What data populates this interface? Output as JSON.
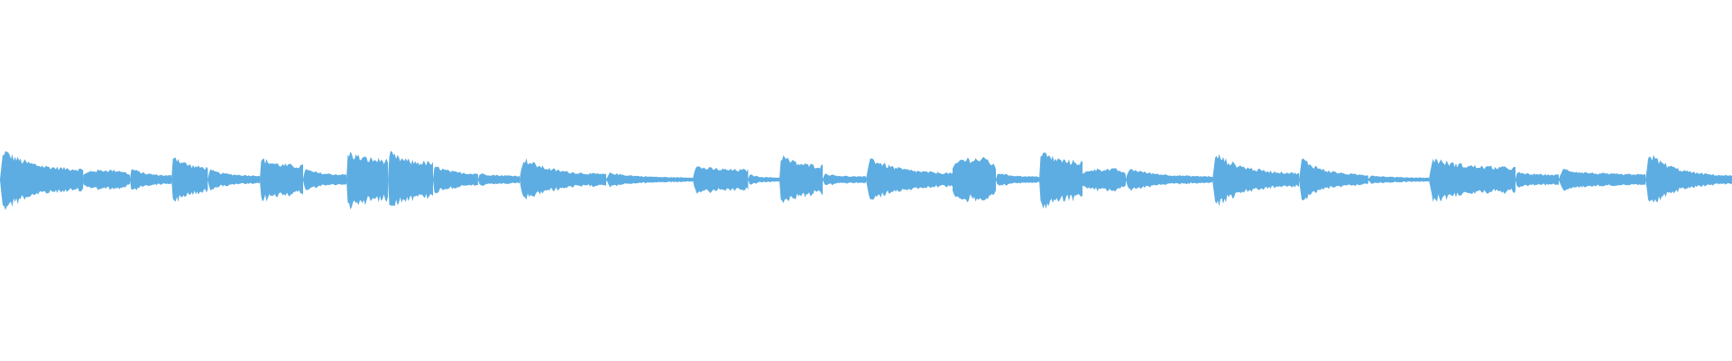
{
  "waveform": {
    "color": "#5dade2",
    "background": "#ffffff",
    "segments": [
      {
        "start": 0.0,
        "end": 0.048,
        "peak": 0.34,
        "tail": 0.1,
        "shape": "decay"
      },
      {
        "start": 0.048,
        "end": 0.075,
        "peak": 0.1,
        "tail": 0.07,
        "shape": "flat"
      },
      {
        "start": 0.075,
        "end": 0.099,
        "peak": 0.13,
        "tail": 0.04,
        "shape": "decay"
      },
      {
        "start": 0.099,
        "end": 0.12,
        "peak": 0.3,
        "tail": 0.12,
        "shape": "decay"
      },
      {
        "start": 0.12,
        "end": 0.15,
        "peak": 0.11,
        "tail": 0.04,
        "shape": "decay"
      },
      {
        "start": 0.15,
        "end": 0.175,
        "peak": 0.24,
        "tail": 0.14,
        "shape": "decay"
      },
      {
        "start": 0.175,
        "end": 0.2,
        "peak": 0.12,
        "tail": 0.05,
        "shape": "decay"
      },
      {
        "start": 0.2,
        "end": 0.224,
        "peak": 0.31,
        "tail": 0.2,
        "shape": "decay"
      },
      {
        "start": 0.224,
        "end": 0.25,
        "peak": 0.3,
        "tail": 0.17,
        "shape": "decay"
      },
      {
        "start": 0.25,
        "end": 0.276,
        "peak": 0.16,
        "tail": 0.06,
        "shape": "decay"
      },
      {
        "start": 0.276,
        "end": 0.3,
        "peak": 0.07,
        "tail": 0.04,
        "shape": "decay"
      },
      {
        "start": 0.3,
        "end": 0.35,
        "peak": 0.25,
        "tail": 0.05,
        "shape": "decay"
      },
      {
        "start": 0.35,
        "end": 0.4,
        "peak": 0.08,
        "tail": 0.02,
        "shape": "decay"
      },
      {
        "start": 0.4,
        "end": 0.432,
        "peak": 0.15,
        "tail": 0.1,
        "shape": "decay"
      },
      {
        "start": 0.432,
        "end": 0.45,
        "peak": 0.06,
        "tail": 0.02,
        "shape": "decay"
      },
      {
        "start": 0.45,
        "end": 0.475,
        "peak": 0.28,
        "tail": 0.14,
        "shape": "decay"
      },
      {
        "start": 0.475,
        "end": 0.5,
        "peak": 0.07,
        "tail": 0.03,
        "shape": "decay"
      },
      {
        "start": 0.5,
        "end": 0.55,
        "peak": 0.26,
        "tail": 0.06,
        "shape": "decay"
      },
      {
        "start": 0.55,
        "end": 0.575,
        "peak": 0.22,
        "tail": 0.18,
        "shape": "flat"
      },
      {
        "start": 0.575,
        "end": 0.6,
        "peak": 0.08,
        "tail": 0.03,
        "shape": "decay"
      },
      {
        "start": 0.6,
        "end": 0.625,
        "peak": 0.32,
        "tail": 0.18,
        "shape": "decay"
      },
      {
        "start": 0.625,
        "end": 0.65,
        "peak": 0.11,
        "tail": 0.09,
        "shape": "flat"
      },
      {
        "start": 0.65,
        "end": 0.7,
        "peak": 0.13,
        "tail": 0.03,
        "shape": "decay"
      },
      {
        "start": 0.7,
        "end": 0.75,
        "peak": 0.3,
        "tail": 0.06,
        "shape": "decay"
      },
      {
        "start": 0.75,
        "end": 0.79,
        "peak": 0.25,
        "tail": 0.04,
        "shape": "decay"
      },
      {
        "start": 0.79,
        "end": 0.825,
        "peak": 0.05,
        "tail": 0.02,
        "shape": "decay"
      },
      {
        "start": 0.825,
        "end": 0.875,
        "peak": 0.24,
        "tail": 0.12,
        "shape": "decay"
      },
      {
        "start": 0.875,
        "end": 0.9,
        "peak": 0.08,
        "tail": 0.05,
        "shape": "decay"
      },
      {
        "start": 0.9,
        "end": 0.95,
        "peak": 0.12,
        "tail": 0.05,
        "shape": "decay"
      },
      {
        "start": 0.95,
        "end": 1.0,
        "peak": 0.31,
        "tail": 0.03,
        "shape": "decay"
      }
    ]
  }
}
